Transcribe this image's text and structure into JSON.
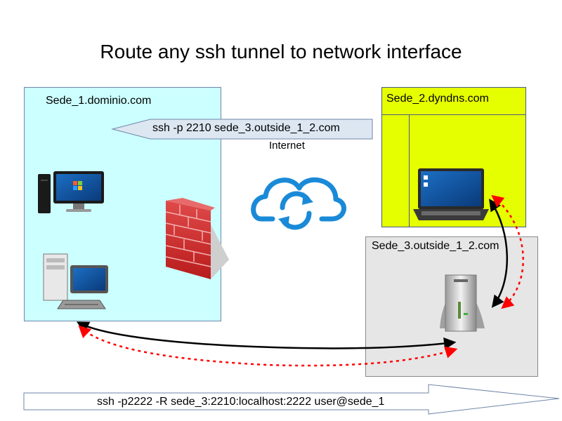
{
  "title": "Route any ssh tunnel to network interface",
  "hosts": {
    "sede1": "Sede_1.dominio.com",
    "sede2": "Sede_2.dyndns.com",
    "sede3": "Sede_3.outside_1_2.com"
  },
  "internet_label": "Internet",
  "commands": {
    "top": "ssh -p 2210 sede_3.outside_1_2.com",
    "bottom": "ssh -p2222 -R sede_3:2210:localhost:2222 user@sede_1"
  },
  "icons": {
    "desktop": "desktop-computer-icon",
    "workstation": "workstation-icon",
    "firewall": "firewall-icon",
    "cloud": "cloud-sync-icon",
    "laptop": "laptop-icon",
    "server": "server-icon"
  },
  "colors": {
    "sede1_bg": "#ccffff",
    "sede2_bg": "#e6ff00",
    "sede3_bg": "#e6e6e6",
    "solid_link": "#000000",
    "dashed_link": "#ff0000",
    "cloud": "#1a8ad8",
    "firewall": "#cc2222"
  }
}
